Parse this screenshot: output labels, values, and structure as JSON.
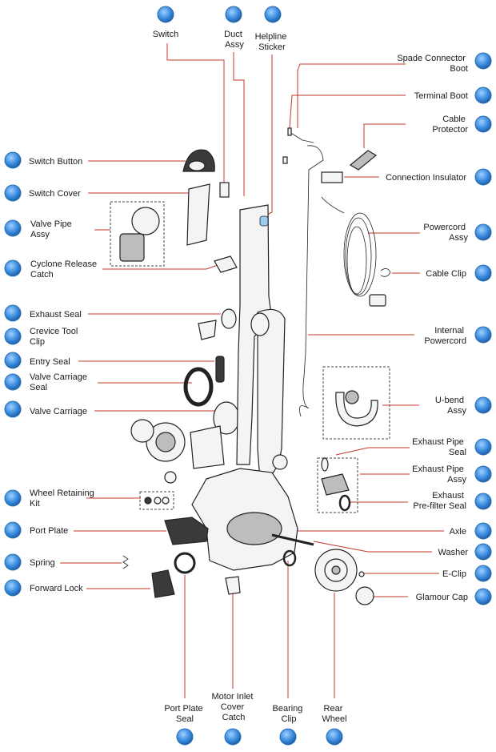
{
  "colors": {
    "button_fill": "#3d8ee0",
    "button_ring": "#2a6fb3",
    "leader_line": "#c0392b"
  },
  "parts": {
    "switch": "Switch",
    "duct_assy": [
      "Duct",
      "Assy"
    ],
    "helpline_sticker": [
      "Helpline",
      "Sticker"
    ],
    "spade_connector_boot": [
      "Spade Connector",
      "Boot"
    ],
    "terminal_boot": "Terminal Boot",
    "cable_protector": [
      "Cable",
      "Protector"
    ],
    "switch_button": "Switch Button",
    "connection_insulator": "Connection Insulator",
    "switch_cover": "Switch Cover",
    "valve_pipe_assy": [
      "Valve Pipe",
      "Assy"
    ],
    "powercord_assy": [
      "Powercord",
      "Assy"
    ],
    "cyclone_release_catch": [
      "Cyclone Release",
      "Catch"
    ],
    "cable_clip": "Cable Clip",
    "exhaust_seal": "Exhaust Seal",
    "crevice_tool_clip": [
      "Crevice Tool",
      "Clip"
    ],
    "internal_powercord": [
      "Internal",
      "Powercord"
    ],
    "entry_seal": "Entry Seal",
    "valve_carriage_seal": [
      "Valve Carriage",
      "Seal"
    ],
    "ubend_assy": [
      "U-bend",
      "Assy"
    ],
    "valve_carriage": "Valve Carriage",
    "exhaust_pipe_seal": [
      "Exhaust Pipe",
      "Seal"
    ],
    "exhaust_pipe_assy": [
      "Exhaust Pipe",
      "Assy"
    ],
    "wheel_retaining_kit": [
      "Wheel Retaining",
      "Kit"
    ],
    "exhaust_prefilter_seal": [
      "Exhaust",
      "Pre-filter Seal"
    ],
    "port_plate": "Port Plate",
    "axle": "Axle",
    "washer": "Washer",
    "spring": "Spring",
    "eclip": "E-Clip",
    "forward_lock": "Forward Lock",
    "glamour_cap": "Glamour Cap",
    "port_plate_seal": [
      "Port Plate",
      "Seal"
    ],
    "motor_inlet_cover_catch": [
      "Motor Inlet",
      "Cover",
      "Catch"
    ],
    "bearing_clip": [
      "Bearing",
      "Clip"
    ],
    "rear_wheel": [
      "Rear",
      "Wheel"
    ]
  }
}
